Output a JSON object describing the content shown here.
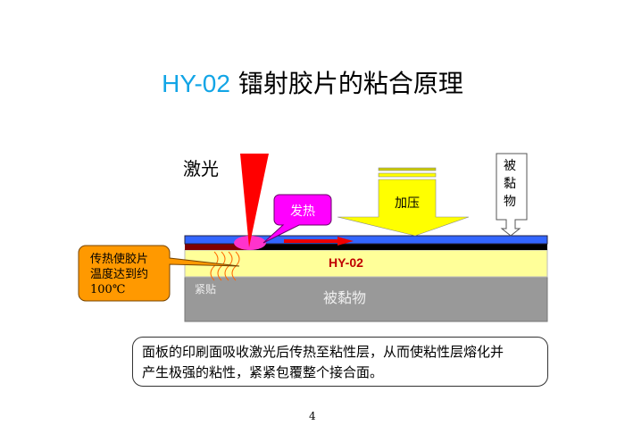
{
  "title": {
    "model": "HY-02",
    "text": "镭射胶片的粘合原理"
  },
  "diagram": {
    "laser_label": "激光",
    "heat_callout": "发热",
    "pressure_label": "加压",
    "adherend_top_label": [
      "被",
      "黏",
      "物"
    ],
    "film_label": "HY-02",
    "adherend_bottom_label": "被黏物",
    "tight_label": "紧贴",
    "heat_transfer_callout": [
      "传热使胶片",
      "温度达到约",
      "100℃"
    ],
    "colors": {
      "laser": "#ff0000",
      "heat": "#ff00ff",
      "pressure": "#ffff00",
      "top_layer": "#3366ff",
      "film": "#ffff99",
      "substrate": "#999999",
      "callout": "#ff9900"
    }
  },
  "note": {
    "lines": [
      "面板的印刷面吸收激光后传热至粘性层，从而使粘性层熔化并",
      "产生极强的粘性，紧紧包覆整个接合面。"
    ]
  },
  "page_number": "4"
}
